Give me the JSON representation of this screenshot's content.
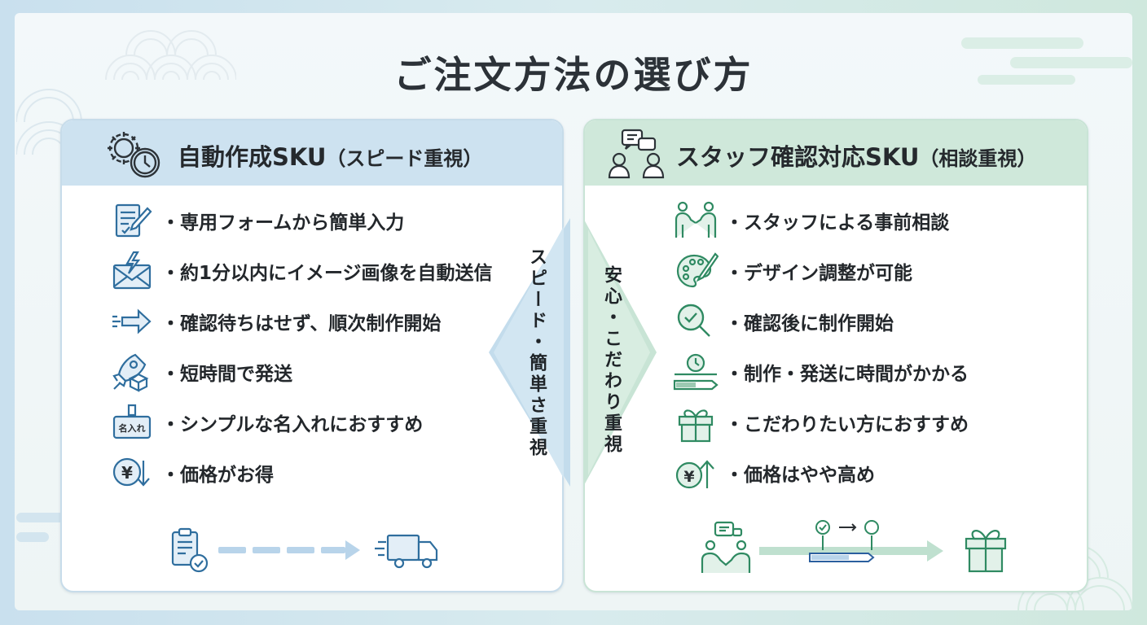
{
  "title": "ご注文方法の選び方",
  "colors": {
    "blue_accent": "#cde2f0",
    "green_accent": "#cfe8da",
    "icon_blue": "#2f6e9e",
    "icon_green": "#2f8a62",
    "text": "#23272b"
  },
  "left_card": {
    "title_main": "自動作成SKU",
    "title_sub": "（スピード重視）",
    "header_icon": "gear-clock-icon",
    "items": [
      {
        "icon": "form-pen-icon",
        "label": "専用フォームから簡単入力"
      },
      {
        "icon": "mail-lightning-icon",
        "label": "約1分以内にイメージ画像を自動送信"
      },
      {
        "icon": "fast-arrow-icon",
        "label": "確認待ちはせず、順次制作開始"
      },
      {
        "icon": "rocket-box-icon",
        "label": "短時間で発送"
      },
      {
        "icon": "name-stamp-icon",
        "label": "シンプルな名入れにおすすめ",
        "icon_text": "名入れ"
      },
      {
        "icon": "yen-down-icon",
        "label": "価格がお得"
      }
    ],
    "flow": [
      "clipboard-check-icon",
      "dashed-arrow-icon",
      "delivery-truck-icon"
    ]
  },
  "right_card": {
    "title_main": "スタッフ確認対応SKU",
    "title_sub": "（相談重視）",
    "header_icon": "consultation-people-icon",
    "items": [
      {
        "icon": "handshake-people-icon",
        "label": "スタッフによる事前相談"
      },
      {
        "icon": "palette-brush-icon",
        "label": "デザイン調整が可能"
      },
      {
        "icon": "magnifier-check-icon",
        "label": "確認後に制作開始"
      },
      {
        "icon": "clock-progress-icon",
        "label": "制作・発送に時間がかかる"
      },
      {
        "icon": "gift-box-icon",
        "label": "こだわりたい方におすすめ"
      },
      {
        "icon": "yen-up-icon",
        "label": "価格はやや高め"
      }
    ],
    "flow": [
      "handshake-chat-icon",
      "timeline-progress-icon",
      "gift-box-icon"
    ]
  },
  "left_diamond_label": "スピード・簡単さ重視",
  "right_diamond_label": "安心・こだわり重視"
}
